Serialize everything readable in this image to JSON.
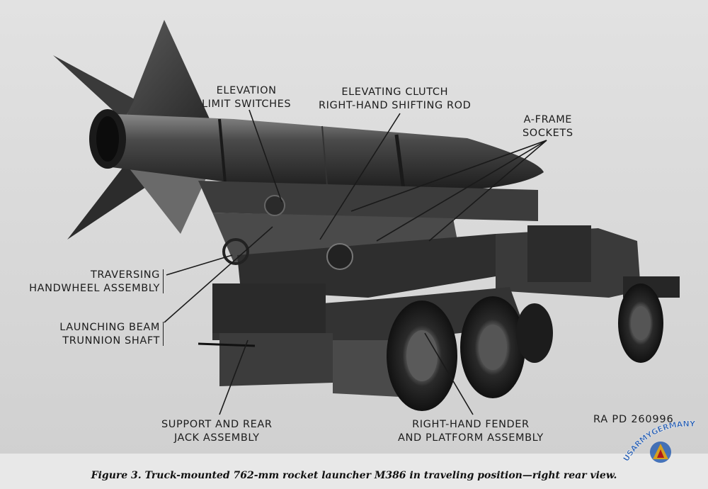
{
  "labels": {
    "elevation_limit_switches": [
      "ELEVATION",
      "LIMIT SWITCHES"
    ],
    "elevating_clutch": [
      "ELEVATING CLUTCH",
      "RIGHT-HAND SHIFTING ROD"
    ],
    "a_frame_sockets": [
      "A-FRAME",
      "SOCKETS"
    ],
    "traversing_handwheel": [
      "TRAVERSING",
      "HANDWHEEL ASSEMBLY"
    ],
    "launching_beam": [
      "LAUNCHING BEAM",
      "TRUNNION SHAFT"
    ],
    "support_rear_jack": [
      "SUPPORT AND REAR",
      "JACK ASSEMBLY"
    ],
    "right_hand_fender": [
      "RIGHT-HAND FENDER",
      "AND PLATFORM ASSEMBLY"
    ]
  },
  "plate_number": "RA PD 260996",
  "caption": "Figure 3.  Truck-mounted 762-mm rocket launcher M386 in traveling position—right rear view.",
  "watermark": "USARMYGERMANY.COM",
  "colors": {
    "background": "#dddddd",
    "ink": "#1c1c1c",
    "watermark_blue": "#2a5fb0"
  }
}
